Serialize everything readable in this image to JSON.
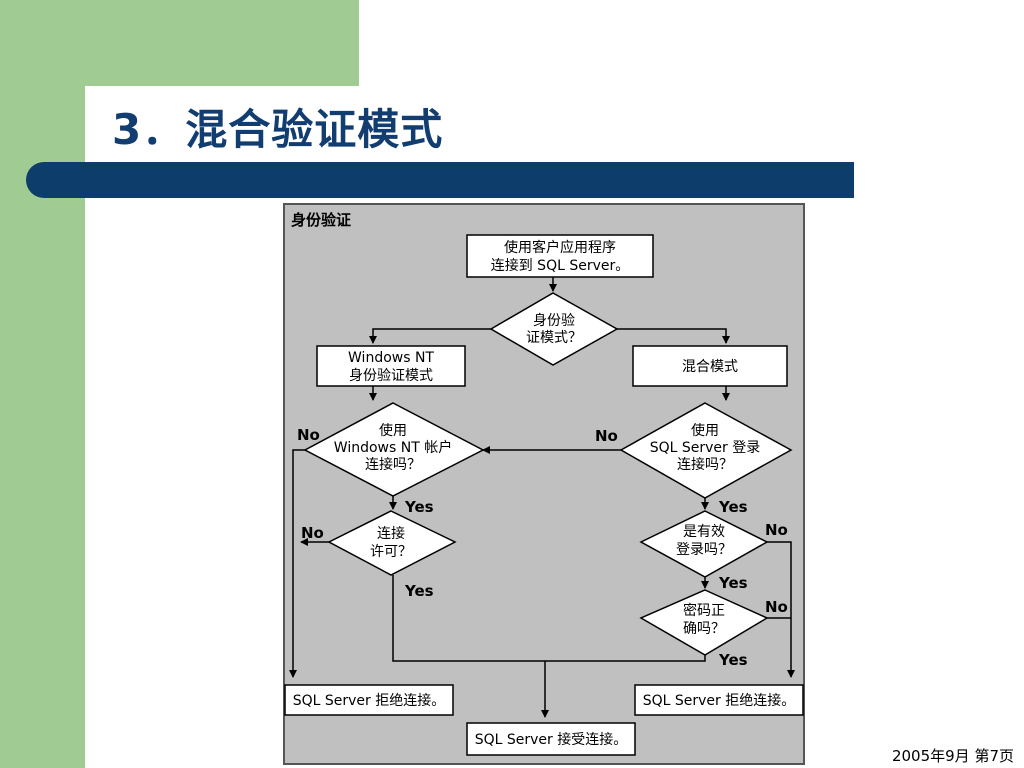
{
  "slide": {
    "title": "3．混合验证模式",
    "footer": "2005年9月 第7页"
  },
  "diagram": {
    "panel_title": "身份验证",
    "nodes": {
      "start": [
        "使用客户应用程序",
        "连接到 SQL Server。"
      ],
      "auth_mode": [
        "身份验",
        "证模式？"
      ],
      "windows_nt_mode": [
        "Windows NT",
        "身份验证模式"
      ],
      "mixed_mode": [
        "混合模式"
      ],
      "use_nt_account": [
        "使用",
        "Windows NT 帐户",
        "连接吗？"
      ],
      "connect_allowed": [
        "连接",
        "许可？"
      ],
      "use_sql_login": [
        "使用",
        "SQL Server 登录",
        "连接吗？"
      ],
      "valid_login": [
        "是有效",
        "登录吗？"
      ],
      "password_correct": [
        "密码正",
        "确吗？"
      ],
      "reject_left": [
        "SQL Server 拒绝连接。"
      ],
      "reject_right": [
        "SQL Server 拒绝连接。"
      ],
      "accept": [
        "SQL Server 接受连接。"
      ]
    },
    "labels": {
      "no_nt": "No",
      "yes_nt": "Yes",
      "no_allowed": "No",
      "yes_allowed": "Yes",
      "no_sql": "No",
      "yes_sql": "Yes",
      "no_valid": "No",
      "yes_valid": "Yes",
      "no_password": "No",
      "yes_password": "Yes"
    }
  },
  "colors": {
    "green": "#a0cc94",
    "title_bar": "#0d3d6a",
    "title_text": "#123d70",
    "panel_bg": "#c0c0c0"
  }
}
